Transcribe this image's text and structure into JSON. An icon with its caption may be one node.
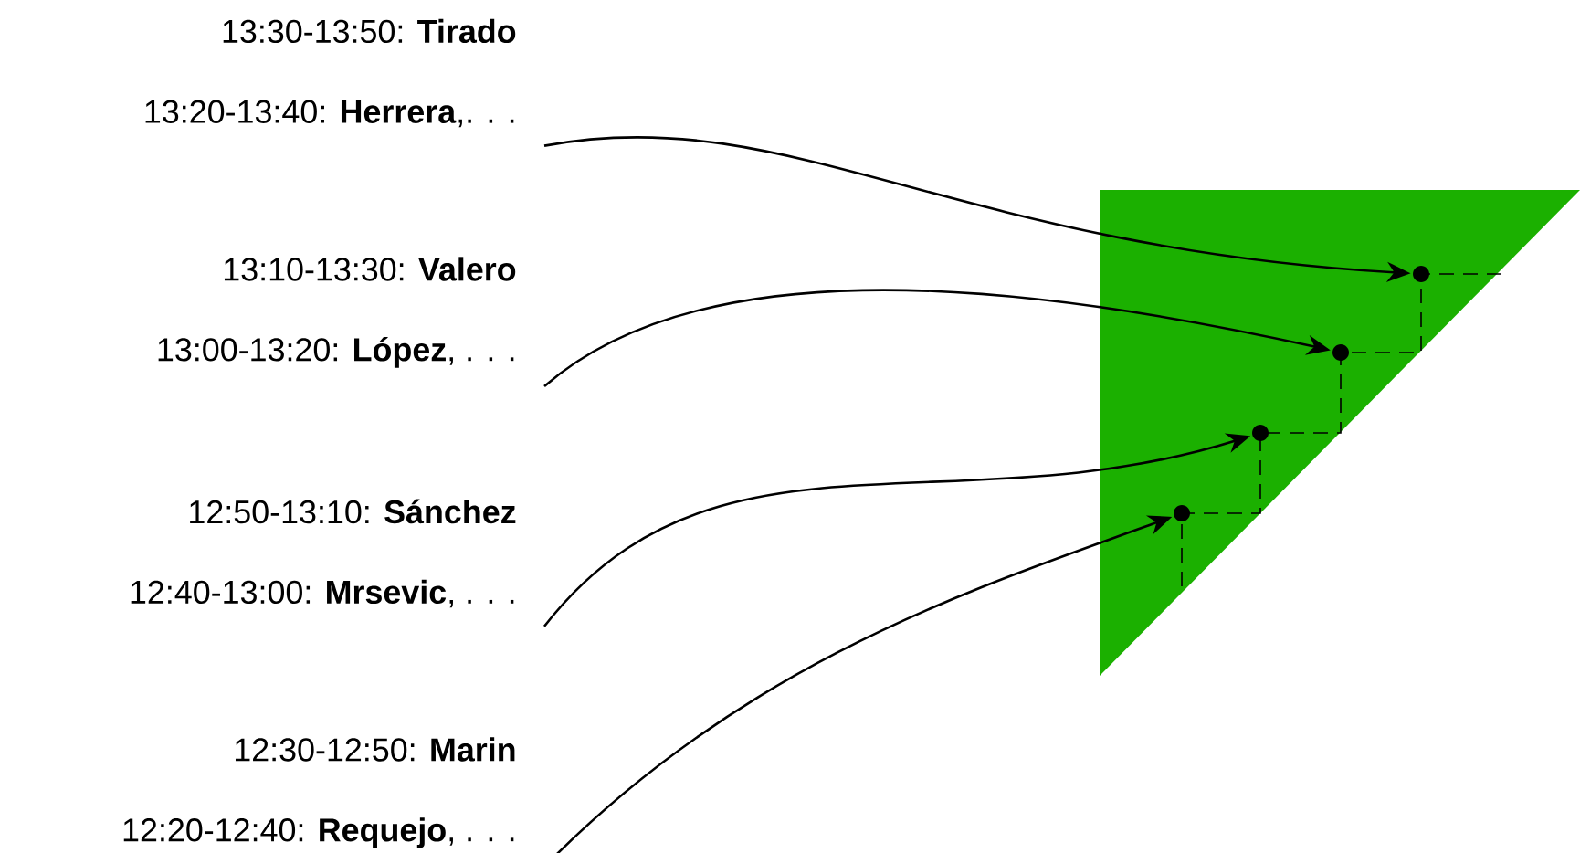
{
  "diagram": {
    "nodes": [
      {
        "text": [
          "13:30-13:50: **Tirado**",
          "13:20-13:40: **Herrera**,. . ."
        ]
      },
      {
        "text": [
          "13:10-13:30: **Valero**",
          "13:00-13:20: **López**, . . ."
        ]
      },
      {
        "text": [
          "12:50-13:10: **Sánchez**",
          "12:40-13:00: **Mrsevic**, . . ."
        ]
      },
      {
        "text": [
          "12:30-12:50: **Marin**",
          "12:20-12:40: **Requejo**, . . ."
        ]
      },
      {
        "text": [],
        "shape": "circle"
      },
      {
        "text": [],
        "shape": "circle"
      },
      {
        "text": [],
        "shape": "circle"
      },
      {
        "text": [],
        "shape": "circle"
      }
    ],
    "edges": [
      {
        "from": 0,
        "to": 4,
        "arrow": "to"
      },
      {
        "from": 1,
        "to": 5,
        "arrow": "to"
      },
      {
        "from": 2,
        "to": 6,
        "arrow": "to"
      },
      {
        "from": 3,
        "to": 7,
        "arrow": "to"
      }
    ]
  }
}
